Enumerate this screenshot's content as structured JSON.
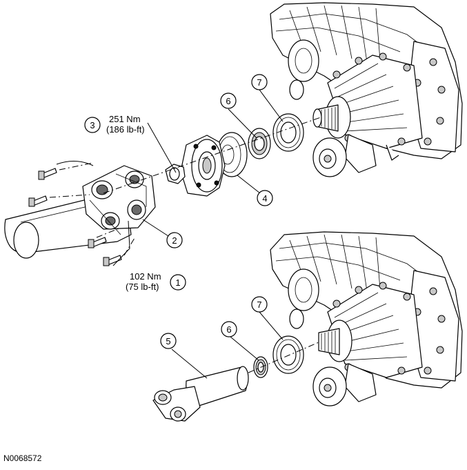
{
  "figure": {
    "id": "N0068572"
  },
  "callouts": [
    {
      "num": "1",
      "torque": "102 Nm",
      "torque_alt": "(75 lb-ft)"
    },
    {
      "num": "2"
    },
    {
      "num": "3",
      "torque": "251 Nm",
      "torque_alt": "(186 lb-ft)"
    },
    {
      "num": "4"
    },
    {
      "num": "5"
    },
    {
      "num": "6"
    },
    {
      "num": "7"
    },
    {
      "num": "6"
    },
    {
      "num": "7"
    }
  ]
}
